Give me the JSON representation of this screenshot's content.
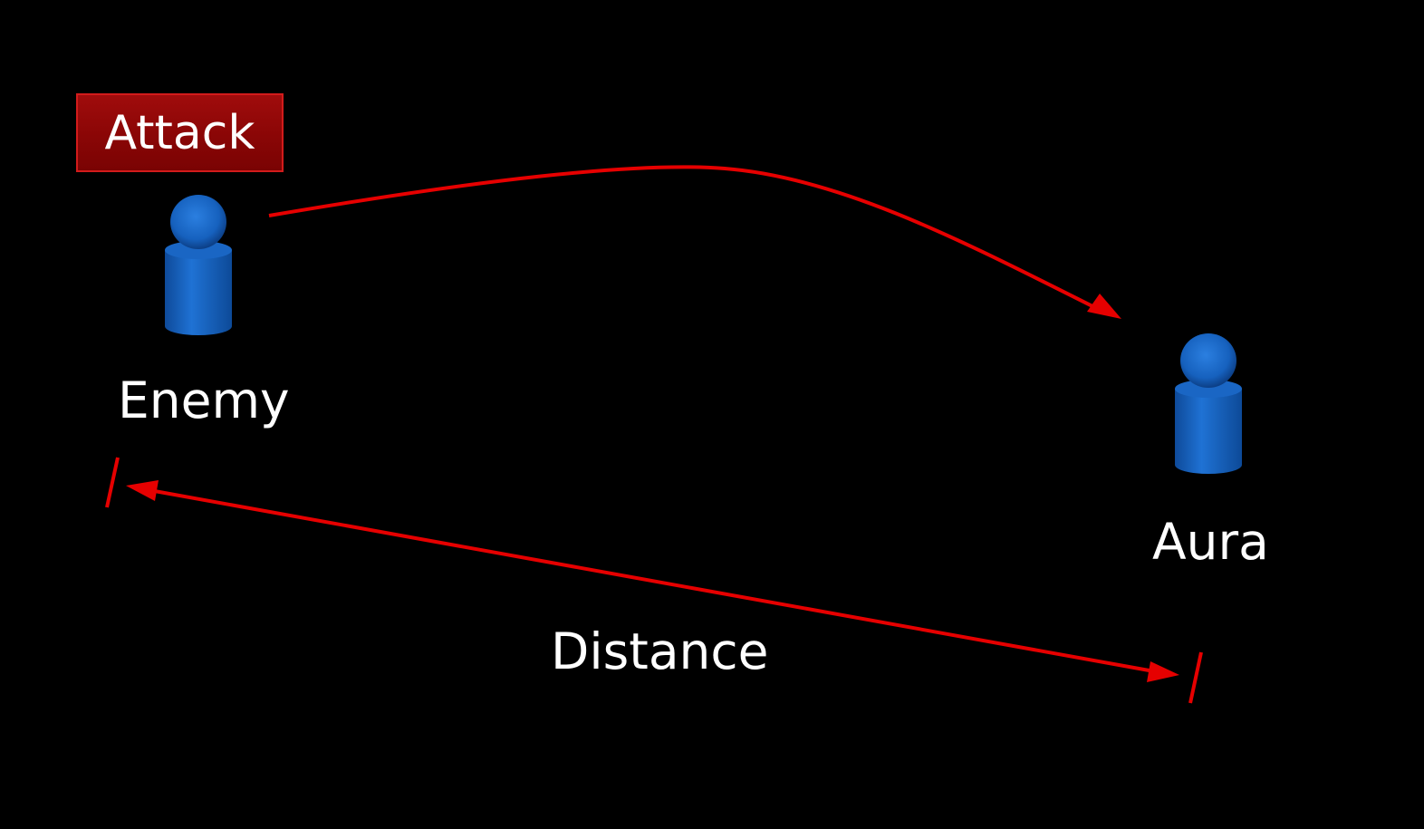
{
  "labels": {
    "attack": "Attack",
    "enemy": "Enemy",
    "aura": "Aura",
    "distance": "Distance"
  },
  "icons": {
    "enemy": "person-icon",
    "aura": "person-icon"
  },
  "colors": {
    "background": "#000000",
    "arrow": "#e60000",
    "badge": "#8a0606",
    "figure": "#1a66c4",
    "text": "#ffffff"
  }
}
